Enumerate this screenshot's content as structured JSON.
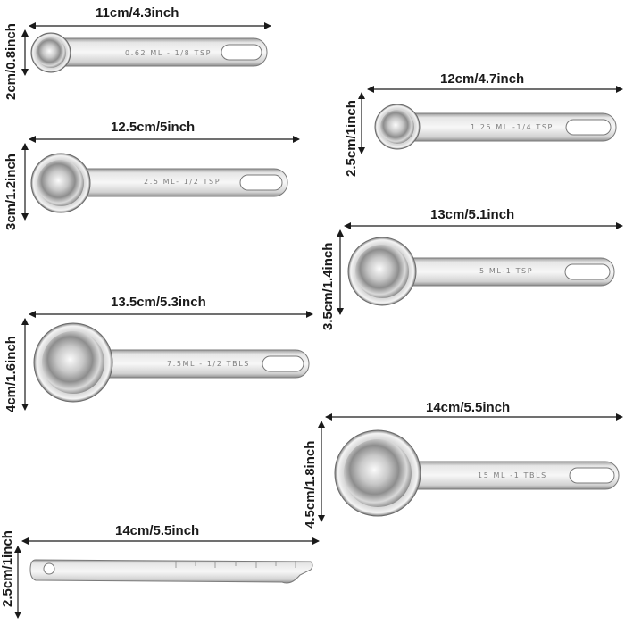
{
  "spoons": [
    {
      "length_label": "11cm/4.3inch",
      "width_label": "2cm/0.8inch",
      "engraving": "0.62 ML - 1/8 TSP"
    },
    {
      "length_label": "12cm/4.7inch",
      "width_label": "2.5cm/1inch",
      "engraving": "1.25 ML -1/4 TSP"
    },
    {
      "length_label": "12.5cm/5inch",
      "width_label": "3cm/1.2inch",
      "engraving": "2.5 ML- 1/2 TSP"
    },
    {
      "length_label": "13cm/5.1inch",
      "width_label": "3.5cm/1.4inch",
      "engraving": "5 ML-1 TSP"
    },
    {
      "length_label": "13.5cm/5.3inch",
      "width_label": "4cm/1.6inch",
      "engraving": "7.5ML - 1/2 TBLS"
    },
    {
      "length_label": "14cm/5.5inch",
      "width_label": "4.5cm/1.8inch",
      "engraving": "15 ML -1 TBLS"
    }
  ],
  "leveler": {
    "length_label": "14cm/5.5inch",
    "width_label": "2.5cm/1inch"
  },
  "colors": {
    "steel": "#c9c9c9",
    "steel_dark": "#8a8a8a",
    "steel_light": "#f4f4f4",
    "line": "#1a1a1a"
  }
}
